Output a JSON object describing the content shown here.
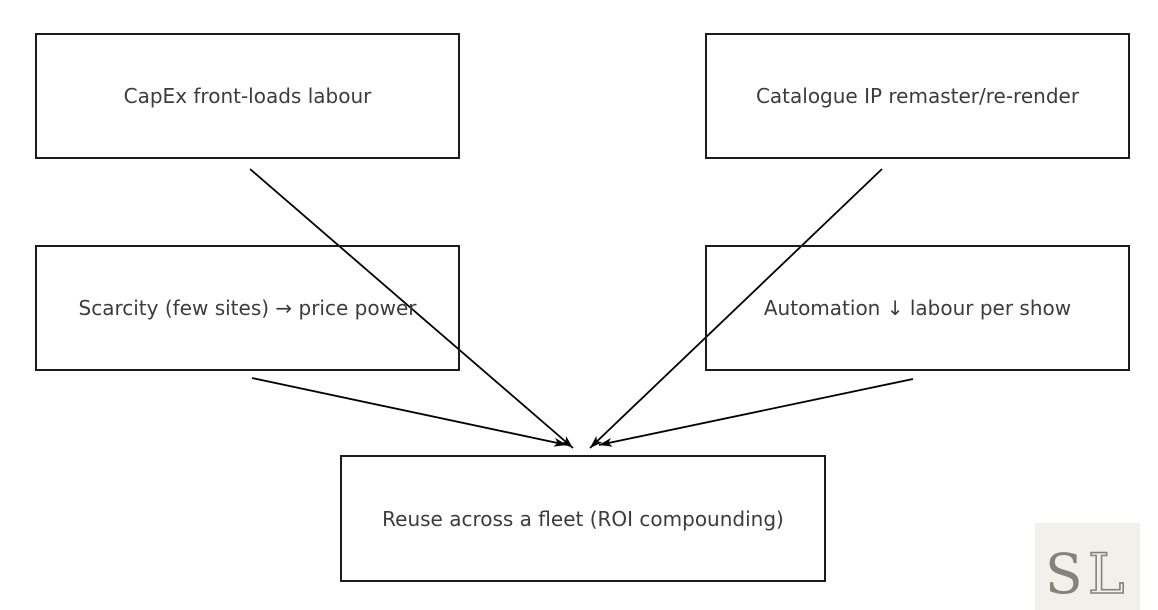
{
  "diagram": {
    "nodes": [
      {
        "id": "capex",
        "label": "CapEx front-loads labour"
      },
      {
        "id": "catalogue",
        "label": "Catalogue IP remaster/re-render"
      },
      {
        "id": "scarcity",
        "label": "Scarcity (few sites) → price power"
      },
      {
        "id": "automation",
        "label": "Automation ↓ labour per show"
      },
      {
        "id": "reuse",
        "label": "Reuse across a fleet (ROI compounding)"
      }
    ],
    "edges": [
      {
        "from": "capex",
        "to": "reuse"
      },
      {
        "from": "scarcity",
        "to": "reuse"
      },
      {
        "from": "catalogue",
        "to": "reuse"
      },
      {
        "from": "automation",
        "to": "reuse"
      }
    ]
  },
  "logo": {
    "letter_s": "S",
    "letter_l": "L"
  },
  "colors": {
    "background": "#ffffff",
    "box_border": "#1c1c1c",
    "box_text": "#3c3c3c",
    "arrow": "#000000",
    "logo_background": "#f2f0ea",
    "logo_foreground": "#85827a"
  }
}
